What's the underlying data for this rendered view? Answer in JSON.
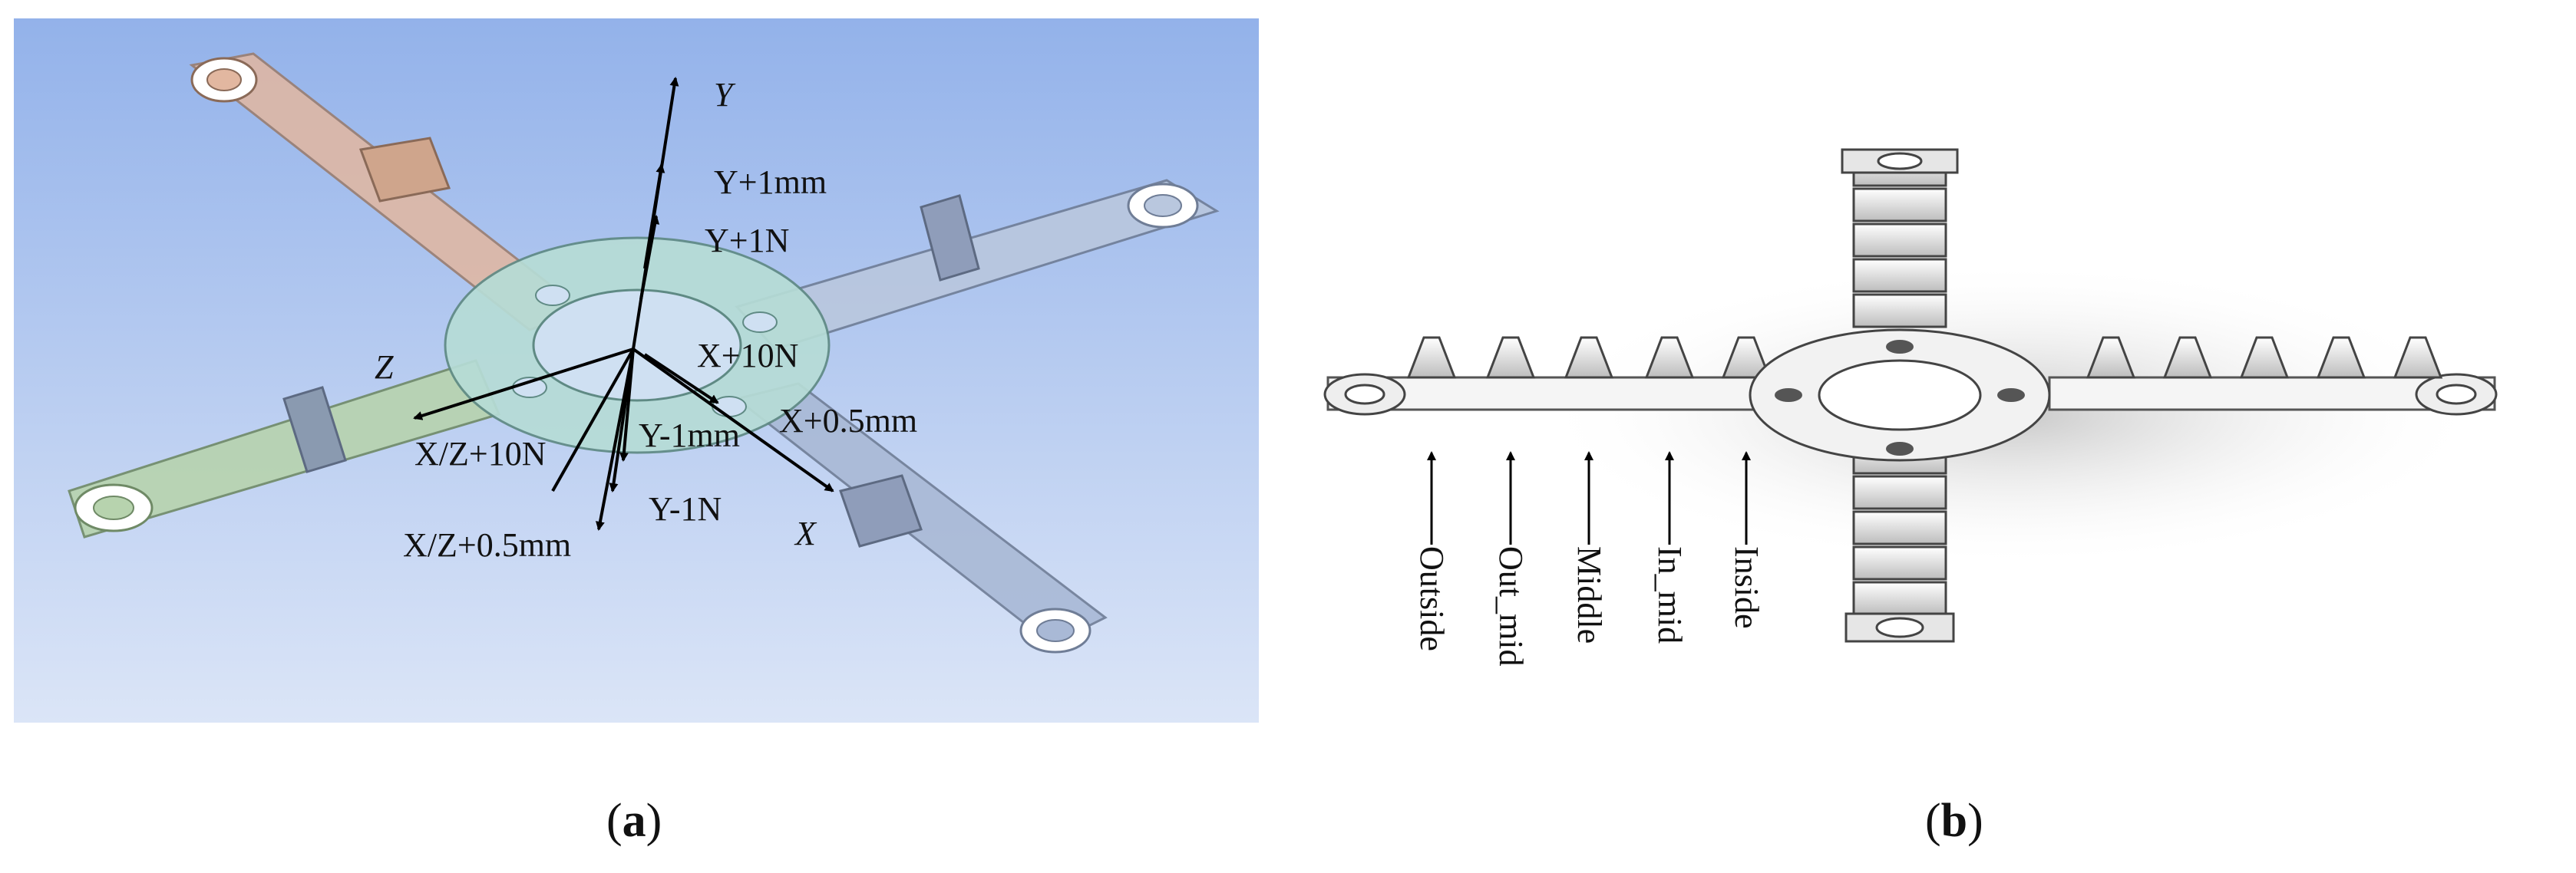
{
  "panel_a": {
    "caption": "(a)",
    "caption_letter": "a",
    "axis_y": "Y",
    "axis_z": "Z",
    "axis_x": "X",
    "label_y_1mm": "Y+1mm",
    "label_y_1n": "Y+1N",
    "label_x_10n": "X+10N",
    "label_x_05mm": "X+0.5mm",
    "label_y_minus_1mm": "Y-1mm",
    "label_xz_10n": "X/Z+10N",
    "label_y_minus_1n": "Y-1N",
    "label_xz_05mm": "X/Z+0.5mm"
  },
  "panel_b": {
    "caption": "(b)",
    "caption_letter": "b",
    "labels": [
      "Outside",
      "Out_mid",
      "Middle",
      "In_mid",
      "Inside"
    ]
  },
  "colors": {
    "background_top": "#93b2ea",
    "background_bottom": "#dbe5f7",
    "arm_orange": "#e2b7a0",
    "arm_green": "#b7d3ae",
    "arm_blue": "#a9b9d6",
    "ring_cyan": "#b6dcd6"
  }
}
